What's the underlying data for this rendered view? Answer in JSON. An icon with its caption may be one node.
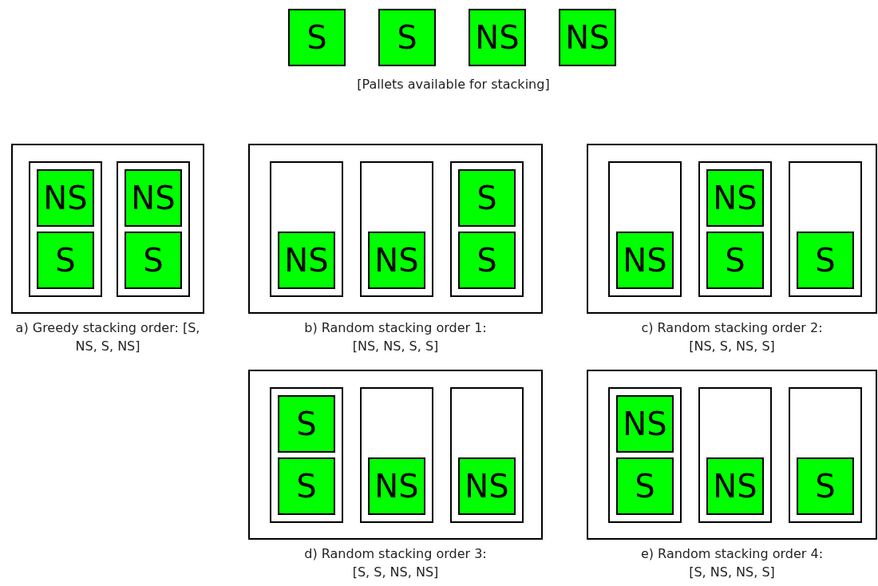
{
  "diagram": {
    "nodes": [
      {
        "text": [
          "S"
        ]
      },
      {
        "text": [
          "S"
        ]
      },
      {
        "text": [
          "NS"
        ]
      },
      {
        "text": [
          "NS"
        ]
      },
      {
        "text": [],
        "shape": "box",
        "beside": [
          "a) Greedy stacking order: [S, NS, S, NS]"
        ]
      },
      {
        "text": [],
        "shape": "box",
        "in": 4
      },
      {
        "text": [
          "NS"
        ],
        "in": 5
      },
      {
        "text": [
          "S"
        ],
        "in": 5
      },
      {
        "text": [],
        "shape": "box",
        "in": 4
      },
      {
        "text": [
          "NS"
        ],
        "in": 8
      },
      {
        "text": [
          "S"
        ],
        "in": 8
      },
      {
        "text": [],
        "shape": "box",
        "beside": [
          "b) Random stacking order 1: [NS, NS, S, S]"
        ]
      },
      {
        "text": [],
        "shape": "box",
        "in": 11
      },
      {
        "text": [
          "NS"
        ],
        "in": 12
      },
      {
        "text": [],
        "shape": "box",
        "in": 11
      },
      {
        "text": [
          "NS"
        ],
        "in": 14
      },
      {
        "text": [],
        "shape": "box",
        "in": 11
      },
      {
        "text": [
          "S"
        ],
        "in": 16
      },
      {
        "text": [
          "S"
        ],
        "in": 16
      },
      {
        "text": [],
        "shape": "box",
        "beside": [
          "c) Random stacking order 2: [NS, S, NS, S]"
        ]
      },
      {
        "text": [],
        "shape": "box",
        "in": 19
      },
      {
        "text": [
          "NS"
        ],
        "in": 20
      },
      {
        "text": [],
        "shape": "box",
        "in": 19
      },
      {
        "text": [
          "NS"
        ],
        "in": 22
      },
      {
        "text": [
          "S"
        ],
        "in": 22
      },
      {
        "text": [],
        "shape": "box",
        "in": 19
      },
      {
        "text": [
          "S"
        ],
        "in": 25
      },
      {
        "text": [],
        "shape": "box",
        "beside": [
          "d) Random stacking order 3: [S, S, NS, NS]"
        ]
      },
      {
        "text": [],
        "shape": "box",
        "in": 27
      },
      {
        "text": [
          "S"
        ],
        "in": 28
      },
      {
        "text": [
          "S"
        ],
        "in": 28
      },
      {
        "text": [],
        "shape": "box",
        "in": 27
      },
      {
        "text": [
          "NS"
        ],
        "in": 31
      },
      {
        "text": [],
        "shape": "box",
        "in": 27
      },
      {
        "text": [
          "NS"
        ],
        "in": 33
      },
      {
        "text": [],
        "shape": "box",
        "beside": [
          "e) Random stacking order 4: [S, NS, NS, S]"
        ]
      },
      {
        "text": [],
        "shape": "box",
        "in": 35
      },
      {
        "text": [
          "NS"
        ],
        "in": 36
      },
      {
        "text": [
          "S"
        ],
        "in": 36
      },
      {
        "text": [],
        "shape": "box",
        "in": 35
      },
      {
        "text": [
          "NS"
        ],
        "in": 39
      },
      {
        "text": [],
        "shape": "box",
        "in": 35
      },
      {
        "text": [
          "S"
        ],
        "in": 41
      }
    ],
    "edges": [],
    "labels": [
      "[Pallets available for stacking]"
    ]
  }
}
